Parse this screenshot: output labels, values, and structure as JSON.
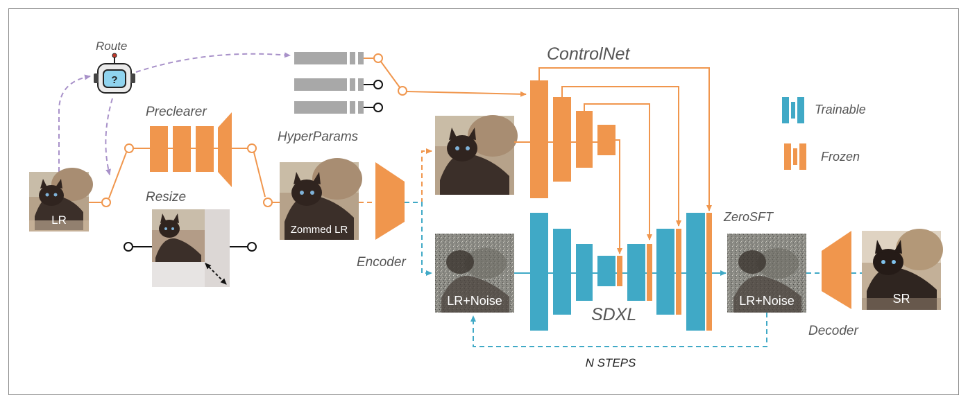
{
  "labels": {
    "route": "Route",
    "preclearer": "Preclearer",
    "resize": "Resize",
    "hyperparams": "HyperParams",
    "controlnet": "ControlNet",
    "encoder": "Encoder",
    "sdxl": "SDXL",
    "zerosft": "ZeroSFT",
    "decoder": "Decoder",
    "n_steps": "N STEPS"
  },
  "images": {
    "lr": "LR",
    "zoomed_lr": "Zommed LR",
    "lr_noise_in": "LR+Noise",
    "lr_noise_out": "LR+Noise",
    "sr": "SR"
  },
  "legend": {
    "trainable": "Trainable",
    "frozen": "Frozen"
  },
  "colors": {
    "orange": "#f0964d",
    "blue": "#40a9c6",
    "purple": "#a891c9",
    "gray": "#a8a8a8"
  }
}
